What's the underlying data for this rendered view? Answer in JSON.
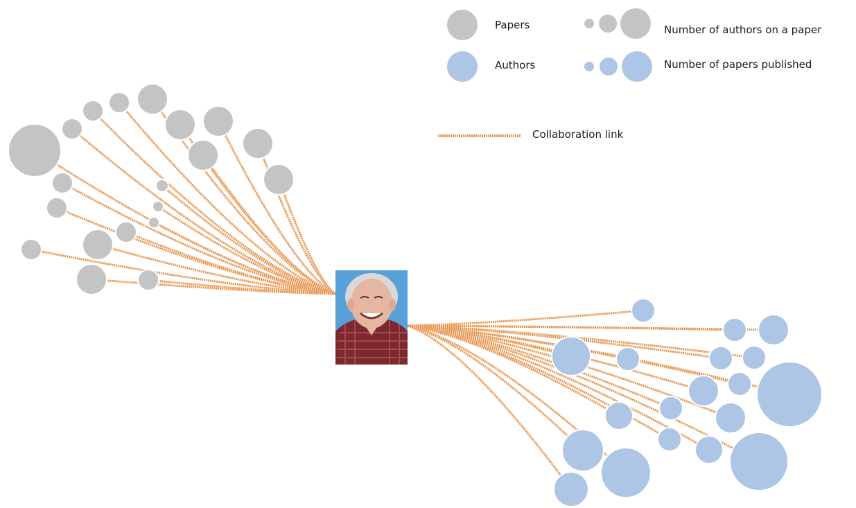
{
  "legend": {
    "papers_label": "Papers",
    "authors_label": "Authors",
    "paper_size_label": "Number of authors on a paper",
    "author_size_label": "Number of papers published",
    "link_label": "Collaboration link"
  },
  "colors": {
    "paper": "#c4c4c4",
    "author": "#adc6e6",
    "link": "#e8944c",
    "node_outline": "#ffffff"
  },
  "photo": {
    "description_icon": "person-photo-icon",
    "background": "#5aa0d8",
    "shirt": "#7a2a2e",
    "skin": "#e6b7a0",
    "hair": "#d8d8d8"
  }
}
